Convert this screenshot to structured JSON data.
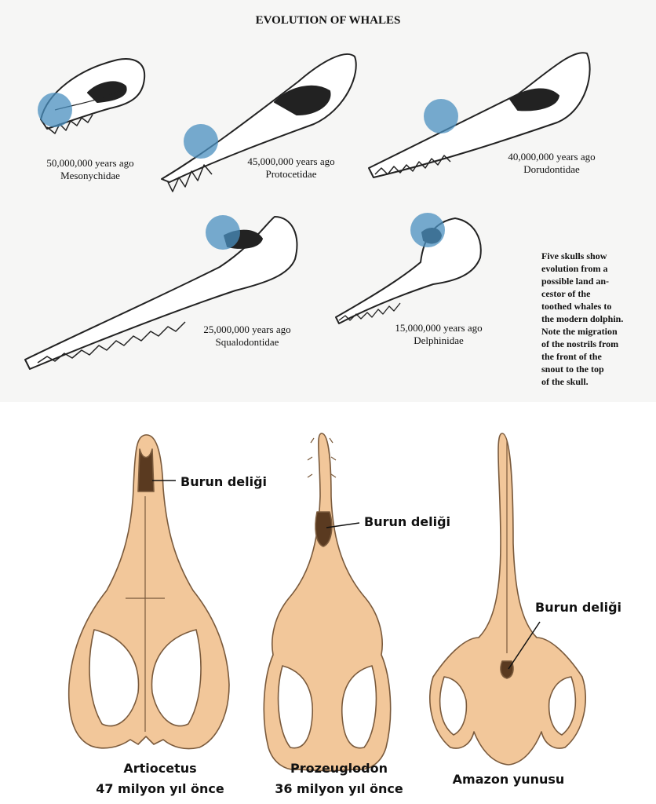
{
  "top_diagram": {
    "title": "EVOLUTION OF WHALES",
    "skulls": [
      {
        "age": "50,000,000 years ago",
        "family": "Mesonychidae"
      },
      {
        "age": "45,000,000 years ago",
        "family": "Protocetidae"
      },
      {
        "age": "40,000,000 years ago",
        "family": "Dorudontidae"
      },
      {
        "age": "25,000,000 years ago",
        "family": "Squalodontidae"
      },
      {
        "age": "15,000,000 years ago",
        "family": "Delphinidae"
      }
    ],
    "note_lines": [
      "Five skulls show",
      "evolution from a",
      "possible land an-",
      "cestor of the",
      "toothed whales to",
      "the modern dolphin.",
      "Note the migration",
      "of the nostrils from",
      "the front of the",
      "snout to the top",
      "of the skull."
    ],
    "colors": {
      "nostril_highlight": "#4a8fbf",
      "bone_line": "#222222"
    }
  },
  "bottom_diagram": {
    "nostril_label": "Burun deliği",
    "skulls": [
      {
        "name": "Artiocetus",
        "age": "47 milyon yıl önce"
      },
      {
        "name": "Prozeuglodon",
        "age": "36 milyon yıl önce"
      },
      {
        "name": "Amazon yunusu",
        "age": ""
      }
    ],
    "colors": {
      "bone": "#f2c79a",
      "bone_outline": "#7a5a3c"
    }
  }
}
